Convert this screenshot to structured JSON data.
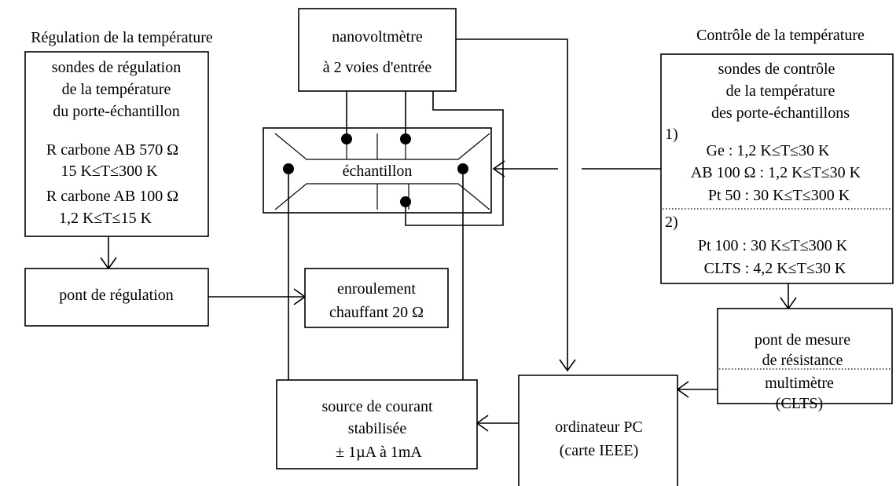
{
  "left_section": {
    "heading": "Régulation de la température",
    "probes_box": {
      "lines": [
        "sondes de régulation",
        "de la température",
        "du porte-échantillon",
        "R carbone AB 570 Ω",
        "15 K≤T≤300 K",
        "R carbone AB 100 Ω",
        "1,2 K≤T≤15 K"
      ]
    },
    "bridge_box": {
      "label": "pont de régulation"
    }
  },
  "center_section": {
    "nanovoltmeter": {
      "line1": "nanovoltmètre",
      "line2": "à 2 voies d'entrée"
    },
    "sample": {
      "label": "échantillon"
    },
    "heater": {
      "line1": "enroulement",
      "line2": "chauffant 20 Ω"
    },
    "current_source": {
      "line1": "source de courant",
      "line2": "stabilisée",
      "line3": "± 1µA à 1mA"
    }
  },
  "right_section": {
    "heading": "Contrôle de la température",
    "probes_box": {
      "title_lines": [
        "sondes de contrôle",
        "de la température",
        "des porte-échantillons"
      ],
      "group1": {
        "marker": "1)",
        "lines": [
          "Ge : 1,2 K≤T≤30 K",
          "AB 100 Ω : 1,2 K≤T≤30 K",
          "Pt 50 : 30 K≤T≤300 K"
        ]
      },
      "group2": {
        "marker": "2)",
        "lines": [
          "Pt 100 : 30 K≤T≤300 K",
          "CLTS : 4,2 K≤T≤30 K"
        ]
      }
    },
    "measure_box": {
      "lines_top": [
        "pont de mesure",
        "de résistance"
      ],
      "lines_bottom": [
        "multimètre",
        "(CLTS)"
      ]
    },
    "computer": {
      "line1": "ordinateur PC",
      "line2": "(carte IEEE)"
    }
  }
}
